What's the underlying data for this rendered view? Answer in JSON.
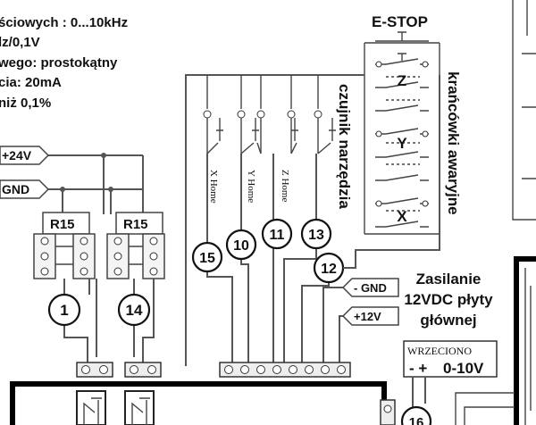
{
  "specs": [
    "ściowych : 0...10kHz",
    "lz/0,1V",
    "wego: prostokątny",
    "cia: 20mA",
    " niż 0,1%"
  ],
  "estop_label": "E-STOP",
  "limit_switches_label": "krańcówki awaryjne",
  "axis_markers": [
    "Z",
    "Y",
    "X"
  ],
  "tool_sensor_label": "czujnik narzędzia",
  "home_labels": [
    "X Home",
    "Y Home",
    "Z Home"
  ],
  "power_rails": {
    "plus24": "+24V",
    "gnd": "GND"
  },
  "relay_labels": [
    "R15",
    "R15"
  ],
  "node_numbers": {
    "n1": "1",
    "n14": "14",
    "n15": "15",
    "n10": "10",
    "n11": "11",
    "n13": "13",
    "n12": "12",
    "n16": "16"
  },
  "power_tags": {
    "gnd": "- GND",
    "plus12": "+12V"
  },
  "supply_label": [
    "Zasilanie",
    "12VDC płyty",
    "głównej"
  ],
  "spindle": {
    "title": "WRZECIONO",
    "polarity": "- +",
    "range": "0-10V"
  }
}
